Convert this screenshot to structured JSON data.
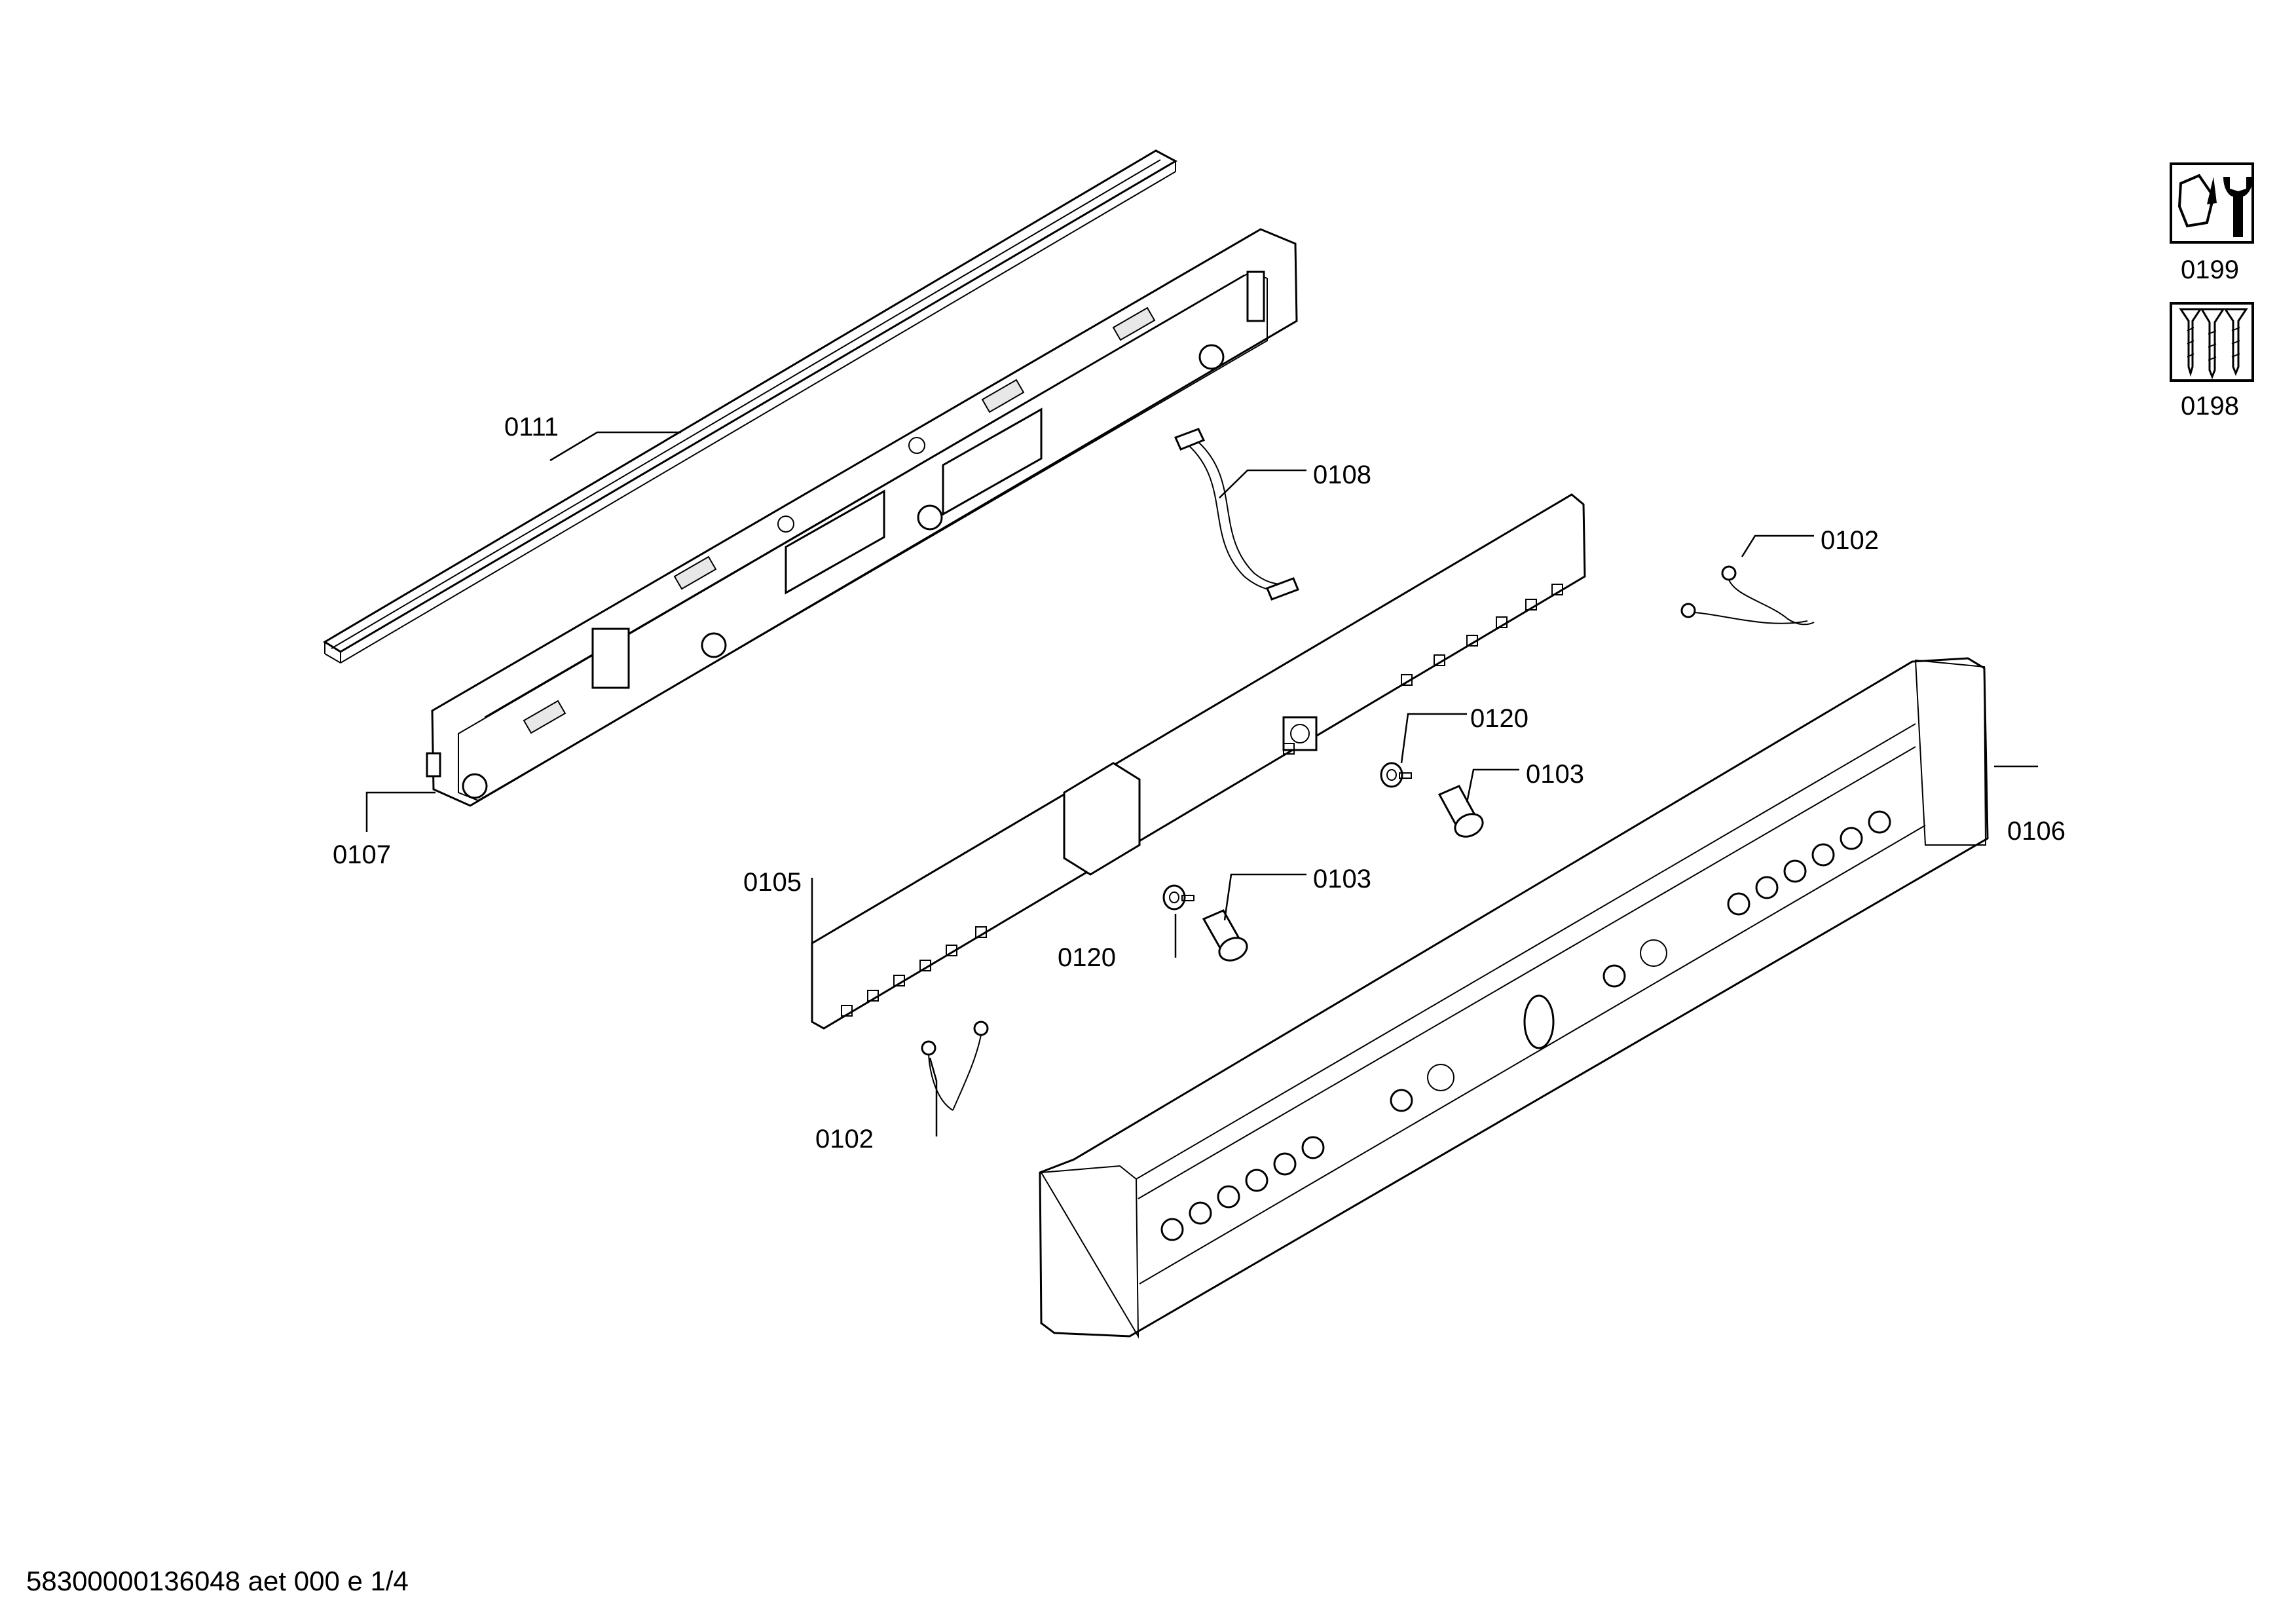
{
  "callouts": [
    {
      "id": "c0111",
      "label": "0111"
    },
    {
      "id": "c0108",
      "label": "0108"
    },
    {
      "id": "c0102a",
      "label": "0102"
    },
    {
      "id": "c0120a",
      "label": "0120"
    },
    {
      "id": "c0103a",
      "label": "0103"
    },
    {
      "id": "c0106",
      "label": "0106"
    },
    {
      "id": "c0107",
      "label": "0107"
    },
    {
      "id": "c0105",
      "label": "0105"
    },
    {
      "id": "c0103b",
      "label": "0103"
    },
    {
      "id": "c0120b",
      "label": "0120"
    },
    {
      "id": "c0102b",
      "label": "0102"
    }
  ],
  "legend": {
    "tools_label": "0199",
    "screws_label": "0198"
  },
  "footer": "58300000136048 aet 000 e 1/4"
}
